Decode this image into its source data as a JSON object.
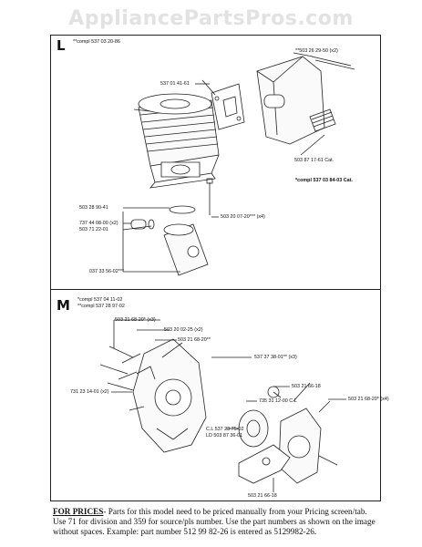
{
  "watermark": "AppliancePartsPros.com",
  "section_l": {
    "letter": "L",
    "labels": {
      "compl_top": "**compl 537 03 20-86",
      "screw_top": "**503 26 29-50 (x2)",
      "gasket": "537 01 41-61",
      "muffler_cat": "503 87 17-61 Cat.",
      "compl_cat": "*compl 537 03 84-03 Cat.",
      "p1": "503 28 90-41",
      "p2": "737 44 08-00 (x2)",
      "p3": "503 71 22-01",
      "screw_x4": "503 20 07-20*** (x4)",
      "p4": "037 33 56-02***"
    }
  },
  "section_m": {
    "letter": "M",
    "labels": {
      "compl_a": "*compl 537 04 11-02",
      "compl_b": "**compl 537 28 97-02",
      "a1": "503 21 68-20* (x3)",
      "a2": "503 20 02-25 (x2)",
      "a3": "503 21 68-20**",
      "a4": "537 37 38-01** (x3)",
      "a5": "731 23 14-01 (x2)",
      "a6": "503 21 66-18",
      "a7": "735 31 12-00 C.L",
      "a8": "503 21 68-20* (x4)",
      "a9": "C.L 537 23 75-02",
      "a10": "LD 503 87 36-01",
      "a11": "503 21 66-18"
    }
  },
  "footer": {
    "heading": "FOR PRICES",
    "text": "- Parts for this model need to be priced manually from your Pricing screen/tab. Use 71 for division and 359 for source/pls number. Use the part numbers as shown on the image without spaces. Example: part number 512 99 82-26 is entered as 5129982-26."
  }
}
